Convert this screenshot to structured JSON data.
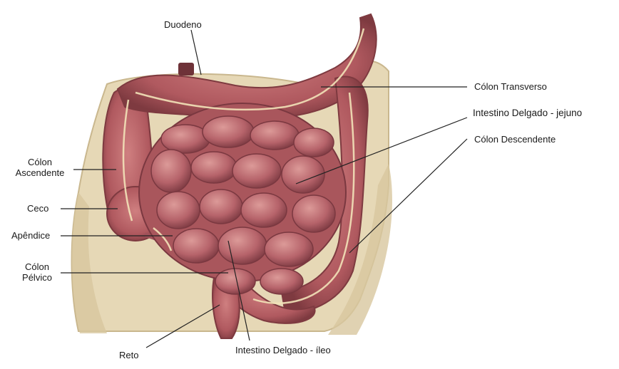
{
  "labels": {
    "duodeno": "Duodeno",
    "colon_transverso": "Cólon Transverso",
    "jejuno": "Intestino Delgado - jejuno",
    "colon_descendente": "Cólon Descendente",
    "colon_ascendente_1": "Cólon",
    "colon_ascendente_2": "Ascendente",
    "ceco": "Ceco",
    "apendice": "Apêndice",
    "colon_pelvico_1": "Cólon",
    "colon_pelvico_2": "Pélvico",
    "reto": "Reto",
    "ileo": "Intestino Delgado - íleo"
  },
  "colors": {
    "skin": "#e4d6b4",
    "skin_dark": "#c9b78e",
    "intestine": "#b8646a",
    "intestine_dark": "#7e3a40",
    "intestine_light": "#d48f90",
    "vessel": "#f2e2b8",
    "leader_line": "#222222"
  }
}
